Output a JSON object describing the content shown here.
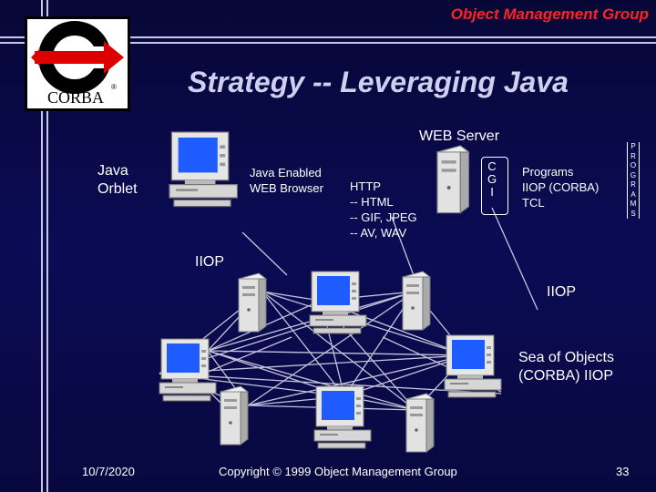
{
  "header": {
    "org": "Object Management Group",
    "title": "Strategy -- Leveraging Java",
    "logo_text": "CORBA",
    "logo_mark": "®"
  },
  "diagram": {
    "web_server": "WEB Server",
    "java_orblet": [
      "Java",
      "Orblet"
    ],
    "java_browser": [
      "Java Enabled",
      "WEB Browser"
    ],
    "http": [
      "HTTP",
      "-- HTML",
      "-- GIF, JPEG",
      "-- AV, WAV"
    ],
    "cgi": [
      "C",
      "G",
      "I"
    ],
    "programs": [
      "Programs",
      "IIOP (CORBA)",
      "TCL"
    ],
    "programs_vertical": [
      "P",
      "R",
      "O",
      "G",
      "R",
      "A",
      "M",
      "S"
    ],
    "iiop_left": "IIOP",
    "iiop_right": "IIOP",
    "sea_of_objects": [
      "Sea of Objects",
      "(CORBA) IIOP"
    ]
  },
  "footer": {
    "date": "10/7/2020",
    "copyright": "Copyright © 1999 Object Management Group",
    "page": "33"
  },
  "colors": {
    "background": "#0b0b4a",
    "accent_red": "#ff2222",
    "title": "#cfcff0",
    "text": "#ffffff"
  }
}
